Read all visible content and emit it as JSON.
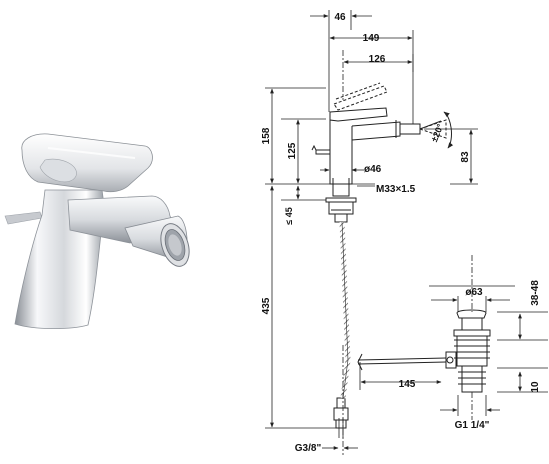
{
  "dimensions": {
    "width_46": "46",
    "width_149": "149",
    "width_126": "126",
    "height_158": "158",
    "height_125": "125",
    "spout_angle": "±20°",
    "height_83": "83",
    "diameter_46": "ø46",
    "thread_m33": "M33×1.5",
    "max_45": "≤ 45",
    "height_435": "435",
    "diameter_63": "ø63",
    "range_38_48": "38-48",
    "length_145": "145",
    "height_10": "10",
    "thread_g114": "G1 1/4\"",
    "thread_g38": "G3/8\""
  },
  "colors": {
    "line": "#222222",
    "chrome_light": "#f4f5f7",
    "chrome_mid": "#c9ccd1",
    "chrome_dark": "#7d828a"
  }
}
